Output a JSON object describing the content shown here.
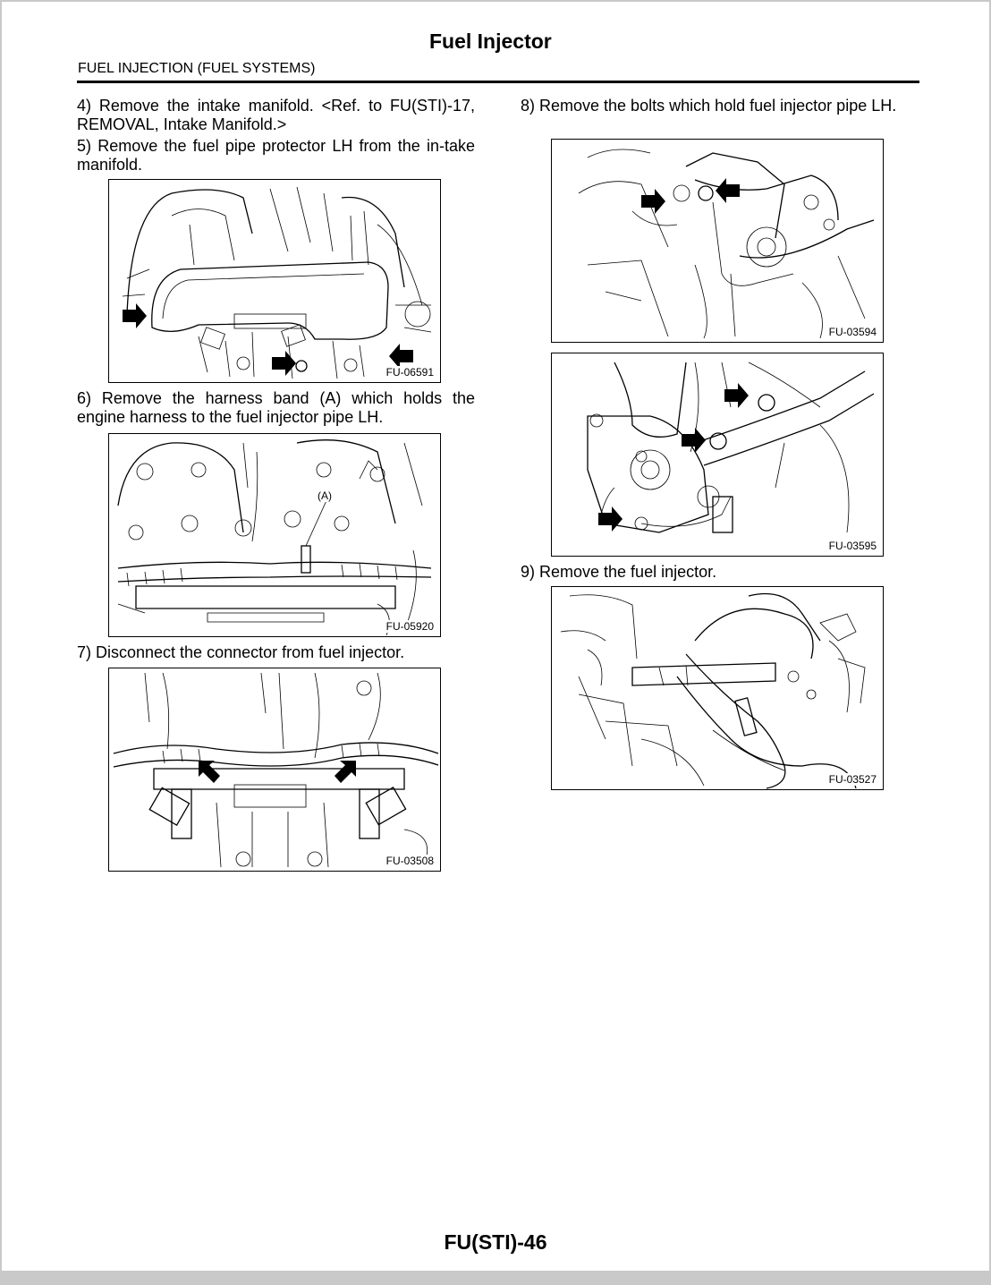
{
  "document": {
    "title": "Fuel Injector",
    "section": "FUEL INJECTION (FUEL SYSTEMS)",
    "page_number": "FU(STI)-46"
  },
  "steps": [
    {
      "text": "4) Remove the intake manifold. <Ref. to FU(STI)-17, REMOVAL, Intake Manifold.>"
    },
    {
      "text": "5) Remove the fuel pipe protector LH from the in-take manifold."
    },
    {
      "text": "6) Remove the harness band (A) which holds the engine harness to the fuel injector pipe LH."
    },
    {
      "text": "7) Disconnect the connector from fuel injector."
    },
    {
      "text": "8) Remove the bolts which hold fuel injector pipe LH."
    },
    {
      "text": "9) Remove the fuel injector."
    }
  ],
  "figures": [
    {
      "code": "FU-06591"
    },
    {
      "code": "FU-05920",
      "callout": "(A)"
    },
    {
      "code": "FU-03508"
    },
    {
      "code": "FU-03594"
    },
    {
      "code": "FU-03595"
    },
    {
      "code": "FU-03527"
    }
  ]
}
